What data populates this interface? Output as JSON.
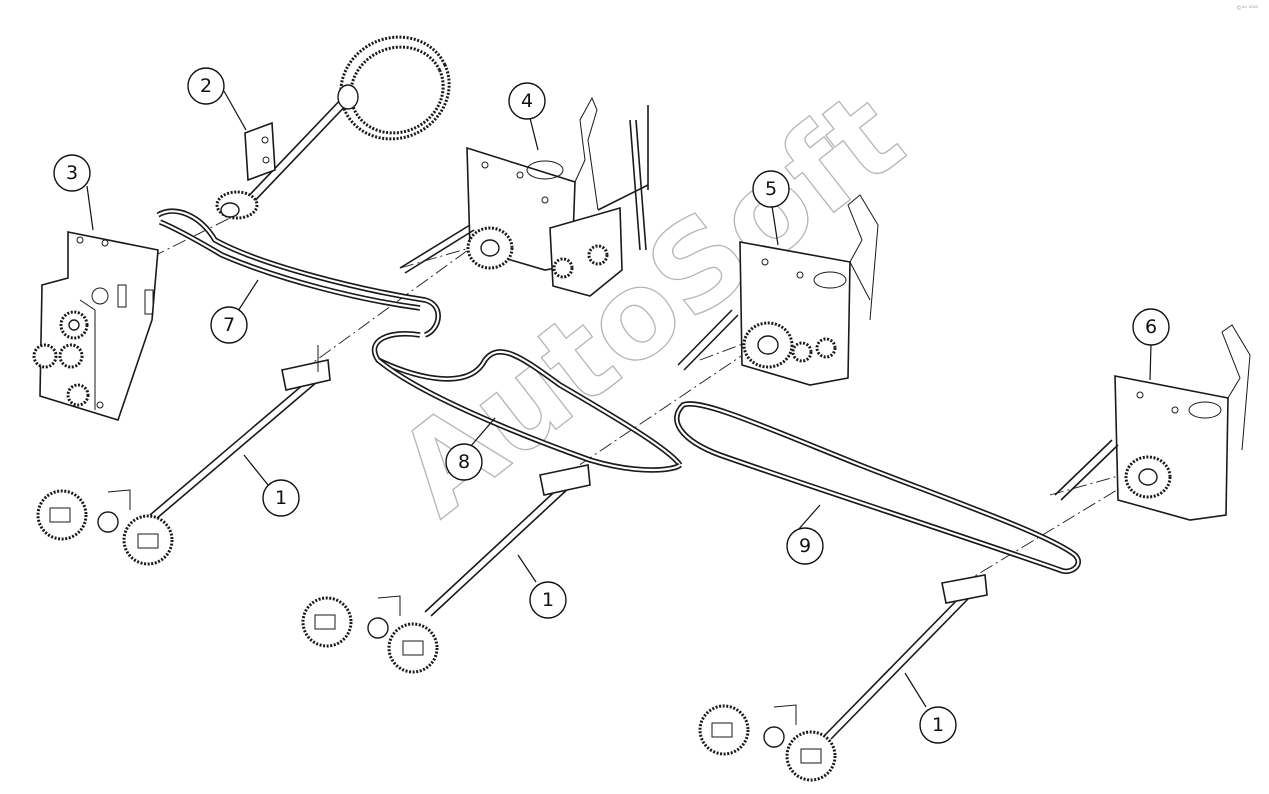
{
  "diagram": {
    "watermark": "AutoSoft",
    "corner_stamp": "©ᴬˢ ²⁰²⁰",
    "callouts": [
      {
        "label": "1"
      },
      {
        "label": "1"
      },
      {
        "label": "1"
      },
      {
        "label": "2"
      },
      {
        "label": "3"
      },
      {
        "label": "4"
      },
      {
        "label": "5"
      },
      {
        "label": "6"
      },
      {
        "label": "7"
      },
      {
        "label": "8"
      },
      {
        "label": "9"
      }
    ]
  }
}
